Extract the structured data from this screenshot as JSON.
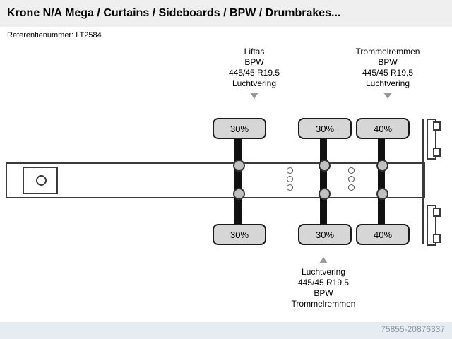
{
  "header": {
    "title": "Krone N/A Mega / Curtains / Sideboards / BPW / Drumbrakes...",
    "reference": "Referentienummer: LT2584"
  },
  "diagram": {
    "front_axle_note": {
      "lines": [
        "Liftas",
        "BPW",
        "445/45 R19.5",
        "Luchtvering"
      ]
    },
    "rear_axle_note": {
      "lines": [
        "Trommelremmen",
        "BPW",
        "445/45 R19.5",
        "Luchtvering"
      ]
    },
    "bottom_note": {
      "lines": [
        "Luchtvering",
        "445/45 R19.5",
        "BPW",
        "Trommelremmen"
      ]
    },
    "axle_loads": {
      "top": [
        "30%",
        "30%",
        "40%"
      ],
      "bottom": [
        "30%",
        "30%",
        "40%"
      ]
    }
  },
  "footer": {
    "watermark": "75855-20876337"
  },
  "colors": {
    "header_bg": "#efefef",
    "tire_fill": "#d6d6d6",
    "line": "#3a3a3a",
    "arrow_gray": "#999999",
    "watermark_gray": "#8c929b",
    "footer_bg": "#e7ecf2"
  }
}
